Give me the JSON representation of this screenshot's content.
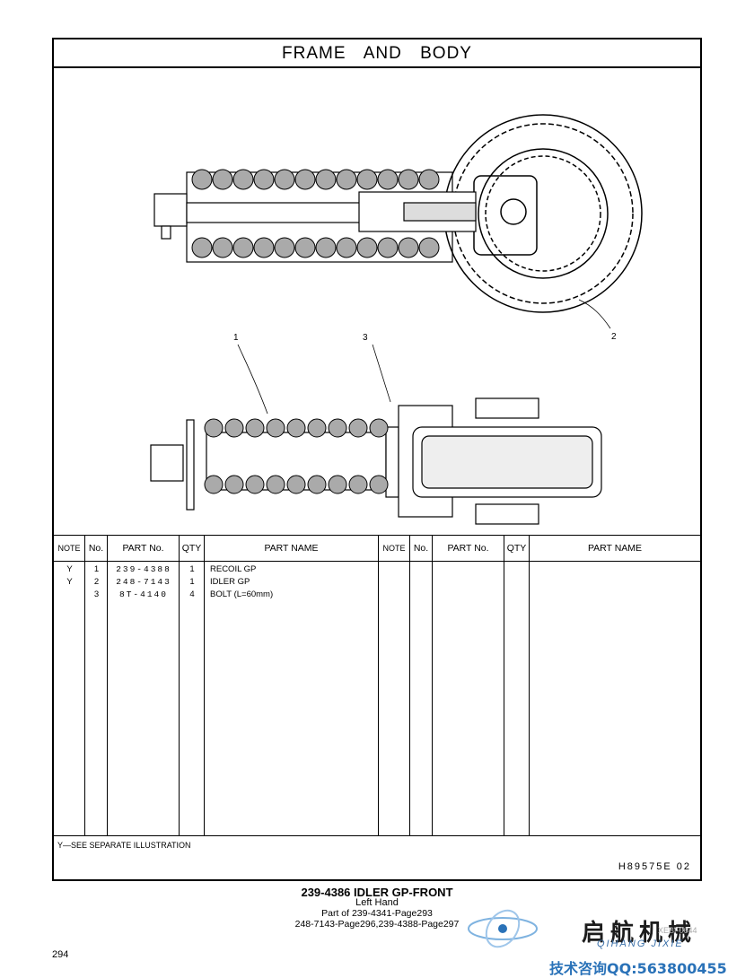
{
  "title": "FRAME AND BODY",
  "callouts": [
    "1",
    "2",
    "3"
  ],
  "table": {
    "headers": [
      "NOTE",
      "No.",
      "PART No.",
      "QTY",
      "PART NAME",
      "NOTE",
      "No.",
      "PART No.",
      "QTY",
      "PART NAME"
    ],
    "rows": [
      {
        "note": "Y",
        "no": "1",
        "part_no": "239-4388",
        "qty": "1",
        "name": "RECOIL GP"
      },
      {
        "note": "Y",
        "no": "2",
        "part_no": "248-7143",
        "qty": "1",
        "name": "IDLER GP"
      },
      {
        "note": "",
        "no": "3",
        "part_no": "8T-4140",
        "qty": "4",
        "name": "BOLT (L=60mm)"
      }
    ]
  },
  "footnote": "Y—SEE SEPARATE ILLUSTRATION",
  "illustration_code": "H89575E   02",
  "caption": {
    "line1": "239-4386  IDLER  GP-FRONT",
    "line2": "Left  Hand",
    "line3": "Part of 239-4341-Page293",
    "line4": "248-7143-Page296,239-4388-Page297"
  },
  "page_number": "294",
  "watermark": {
    "cn": "启航机械",
    "en": "QIHANG JIXIE",
    "ref": "XEBF0644",
    "qq": "技术咨询QQ:563800455"
  }
}
